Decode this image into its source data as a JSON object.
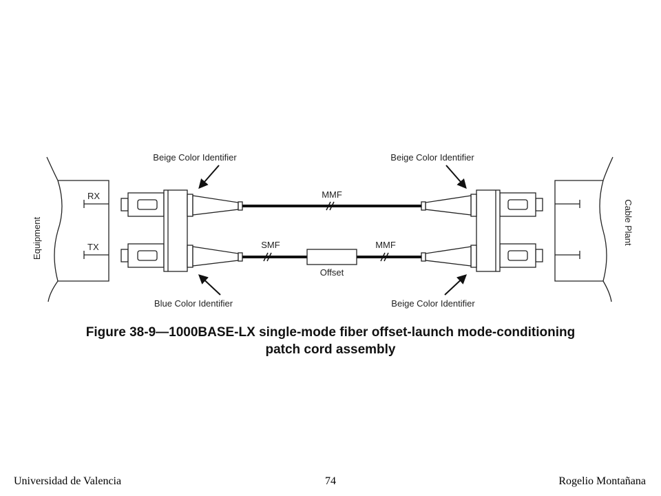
{
  "diagram": {
    "labels": {
      "top_left": "Beige Color Identifier",
      "top_right": "Beige Color Identifier",
      "bottom_left": "Blue Color Identifier",
      "bottom_right": "Beige Color Identifier",
      "rx": "RX",
      "tx": "TX",
      "equipment": "Equipment",
      "cable_plant": "Cable Plant",
      "mmf_top": "MMF",
      "smf": "SMF",
      "mmf_bottom": "MMF",
      "offset": "Offset"
    }
  },
  "caption": {
    "line1": "Figure 38-9—1000BASE-LX single-mode fiber offset-launch mode-conditioning",
    "line2": "patch cord assembly"
  },
  "footer": {
    "left": "Universidad de Valencia",
    "center": "74",
    "right": "Rogelio Montañana"
  }
}
